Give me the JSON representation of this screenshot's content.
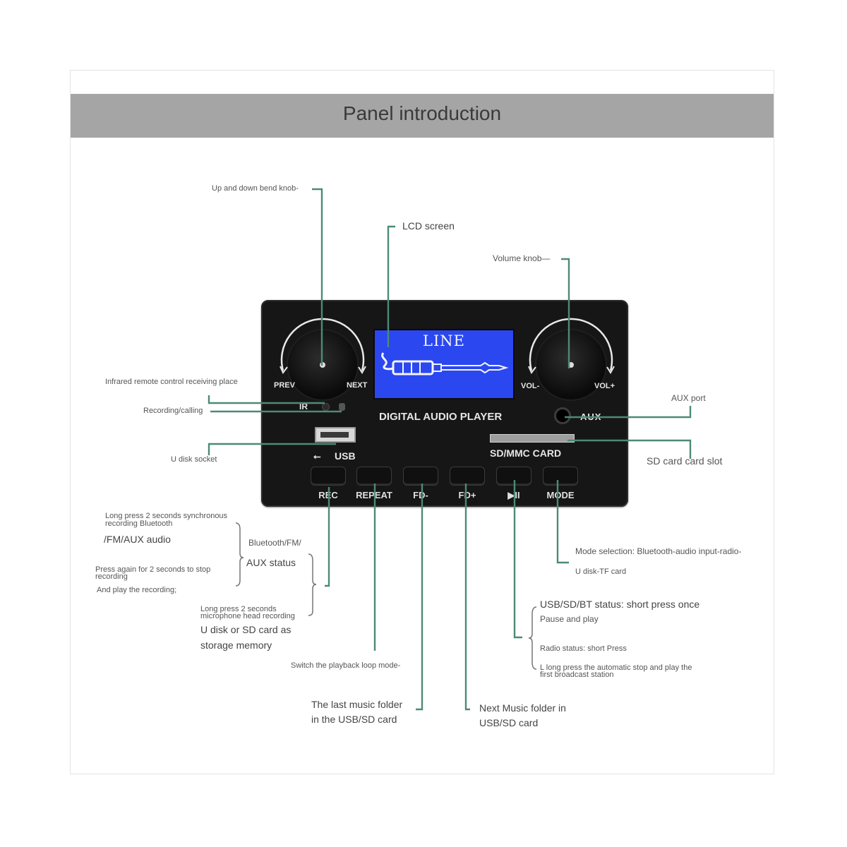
{
  "title": "Panel introduction",
  "panel": {
    "lcd_text": "LINE",
    "brand": "DIGITAL AUDIO PLAYER",
    "prev": "PREV",
    "next": "NEXT",
    "vol_minus": "VOL-",
    "vol_plus": "VOL+",
    "ir": "IR",
    "aux": "AUX",
    "usb": "USB",
    "sd_card": "SD/MMC CARD",
    "buttons": [
      "REC",
      "REPEAT",
      "FD-",
      "FD+",
      "▶II",
      "MODE"
    ]
  },
  "callouts": {
    "bend_knob": "Up and down bend knob-",
    "lcd": "LCD screen",
    "volume_knob": "Volume knob—",
    "infrared": "Infrared remote control receiving place",
    "recording": "Recording/calling",
    "aux_port": "AUX port",
    "u_disk_socket": "U disk socket",
    "sd_slot": "SD card card slot",
    "rec_long_press_1": "Long press 2 seconds synchronous",
    "rec_long_press_2": "recording Bluetooth",
    "rec_fm_aux": "/FM/AUX audio",
    "rec_bt_fm": "Bluetooth/FM/",
    "rec_aux_status": "AUX status",
    "rec_press_again_1": "Press again for 2 seconds to stop",
    "rec_press_again_2": "recording",
    "rec_play": "And play the recording;",
    "rec_mic_1": "Long press 2 seconds",
    "rec_mic_2": "microphone head recording",
    "rec_udisk": "U disk or SD card as",
    "rec_storage": "storage memory",
    "repeat": "Switch the playback loop mode-",
    "fd_minus_1": "The last music folder",
    "fd_minus_2": "in the USB/SD card",
    "fd_plus_1": "Next Music folder in",
    "fd_plus_2": "USB/SD card",
    "play_1": "USB/SD/BT status: short press once",
    "play_2": "Pause and play",
    "play_3": "Radio status: short Press",
    "play_4": "L long press the automatic stop and play the",
    "play_5": "first broadcast station",
    "mode_1": "Mode selection: Bluetooth-audio input-radio-",
    "mode_2": "U disk-TF card"
  }
}
